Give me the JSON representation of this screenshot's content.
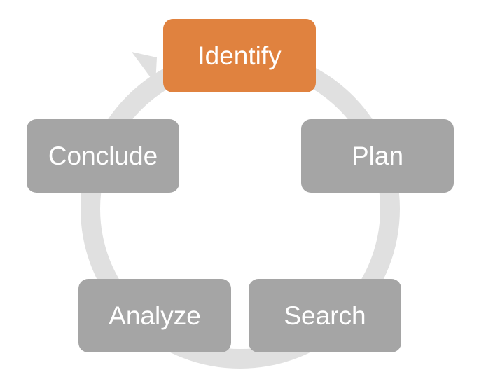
{
  "diagram": {
    "type": "cycle",
    "steps": [
      {
        "label": "Identify",
        "highlighted": true
      },
      {
        "label": "Plan",
        "highlighted": false
      },
      {
        "label": "Search",
        "highlighted": false
      },
      {
        "label": "Analyze",
        "highlighted": false
      },
      {
        "label": "Conclude",
        "highlighted": false
      }
    ],
    "colors": {
      "highlight": "#E0823F",
      "step": "#A5A5A5",
      "ring": "#E0E0E0",
      "text": "#FFFFFF"
    }
  }
}
